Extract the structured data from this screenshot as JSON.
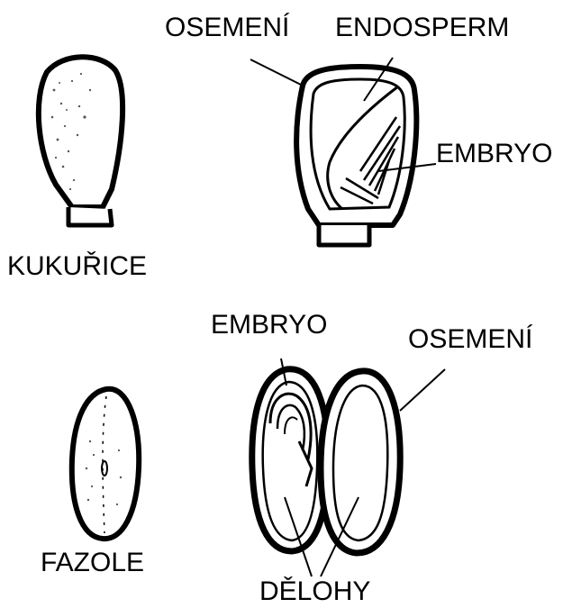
{
  "diagram": {
    "corn": {
      "name": "KUKUŘICE",
      "labels": {
        "seed_coat": "OSEMENÍ",
        "endosperm": "ENDOSPERM",
        "embryo": "EMBRYO"
      }
    },
    "bean": {
      "name": "FAZOLE",
      "labels": {
        "embryo": "EMBRYO",
        "seed_coat": "OSEMENÍ",
        "cotyledons": "DĚLOHY"
      }
    }
  }
}
